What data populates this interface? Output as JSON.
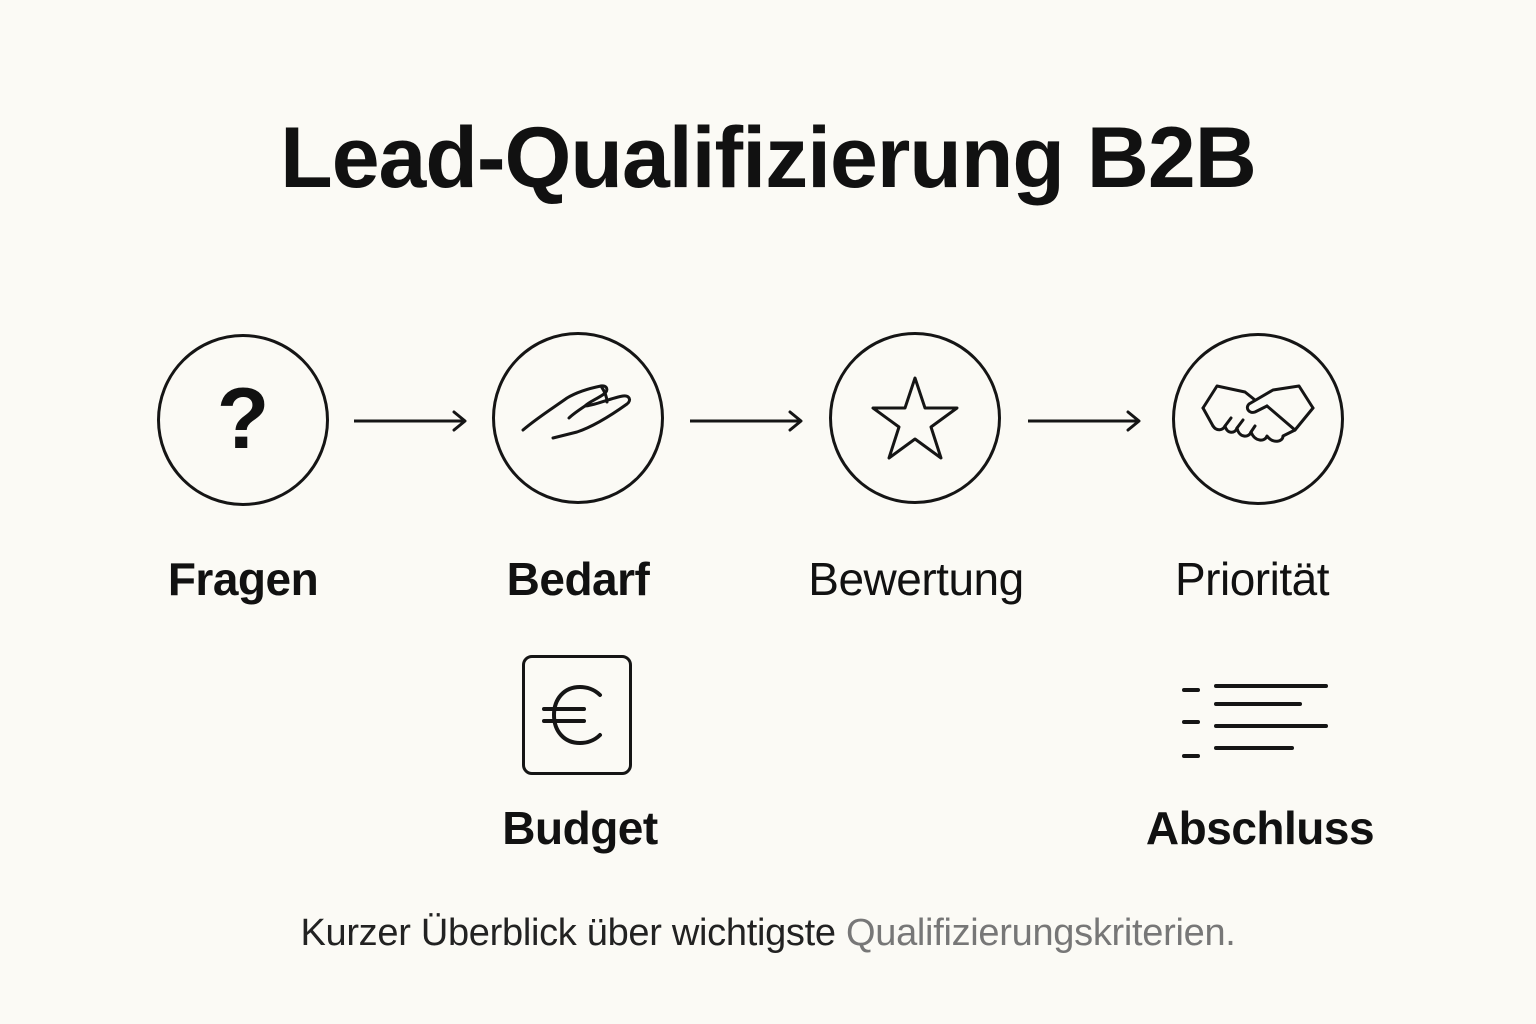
{
  "title": "Lead-Qualifizierung B2B",
  "steps": [
    {
      "label": "Fragen",
      "icon": "question-icon"
    },
    {
      "label": "Bedarf",
      "icon": "hand-icon"
    },
    {
      "label": "Bewertung",
      "icon": "star-icon"
    },
    {
      "label": "Priorität",
      "icon": "handshake-icon"
    }
  ],
  "secondary": [
    {
      "label": "Budget",
      "icon": "euro-icon"
    },
    {
      "label": "Abschluss",
      "icon": "checklist-icon"
    }
  ],
  "question_glyph": "?",
  "caption": {
    "part1": "Kurzer Überblick über wichtigste ",
    "part2": "Qualifizierungskriterien."
  }
}
